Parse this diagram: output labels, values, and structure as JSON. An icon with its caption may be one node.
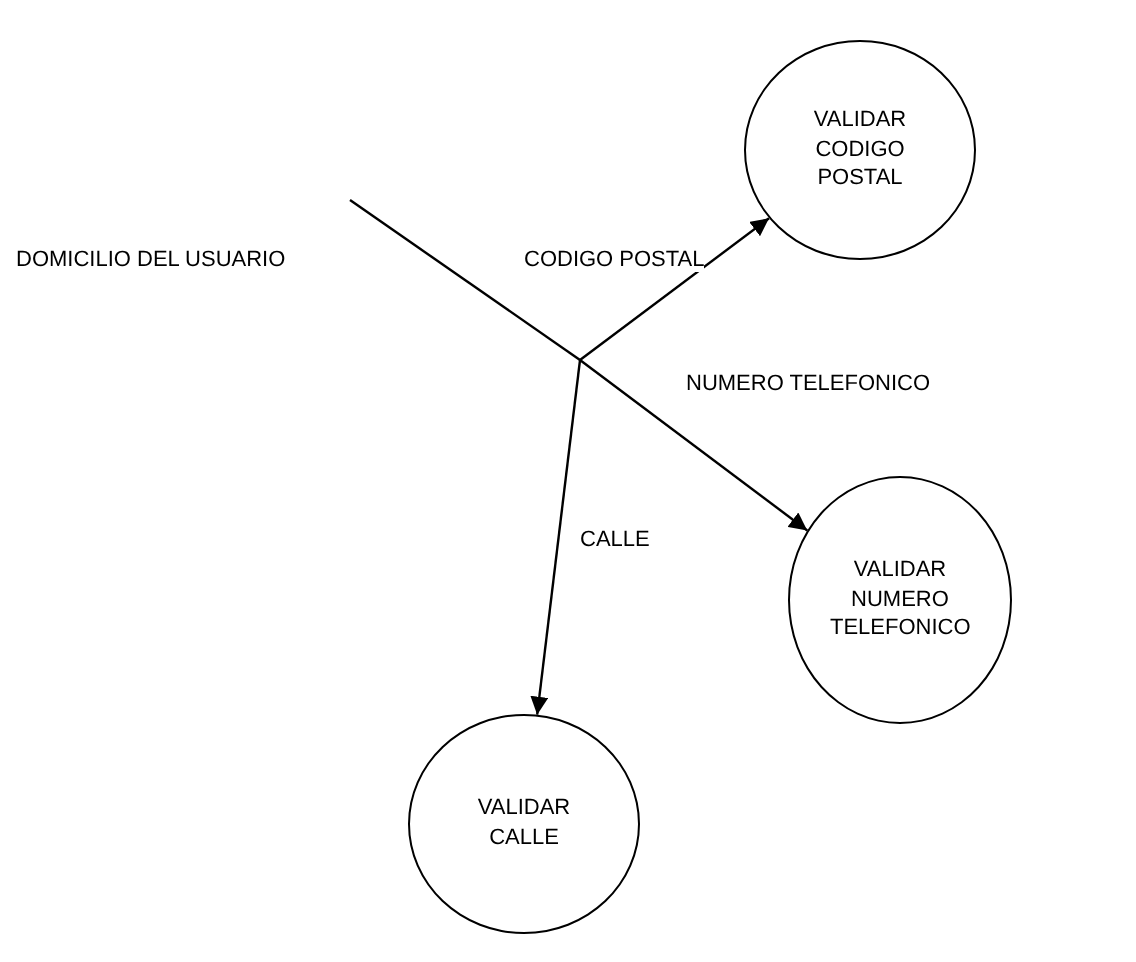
{
  "diagram": {
    "nodes": [
      {
        "text": [
          "VALIDAR CODIGO POSTAL"
        ]
      },
      {
        "text": [
          "VALIDAR NUMERO TELEFONICO"
        ]
      },
      {
        "text": [
          "VALIDAR CALLE"
        ]
      }
    ],
    "edges": [
      {
        "from": null,
        "to": 0,
        "arrow": "to",
        "label": "CODIGO POSTAL"
      },
      {
        "from": null,
        "to": 1,
        "arrow": "to",
        "label": "NUMERO TELEFONICO"
      },
      {
        "from": null,
        "to": 2,
        "arrow": "to",
        "label": "CALLE"
      }
    ],
    "labels": [
      "DOMICILIO DEL USUARIO"
    ]
  }
}
